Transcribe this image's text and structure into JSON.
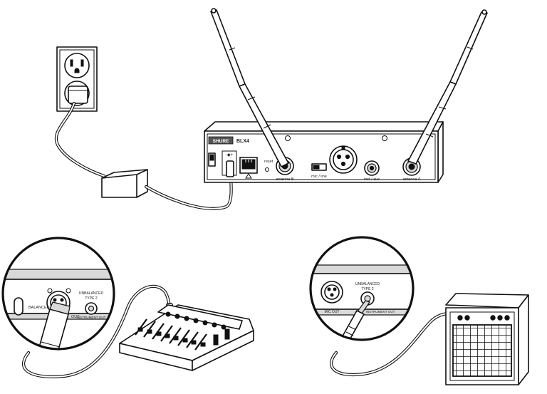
{
  "receiver": {
    "brand_label": "SHURE",
    "model_label": "BLX4",
    "antenna_b_label": "antenna B",
    "antenna_a_label": "antenna A",
    "mic_line_label": "mic / line",
    "inst_aux_label": "inst / aux",
    "reset_label": "reset"
  },
  "zoom_mixer": {
    "balanced_label": "BALANCED",
    "out_label": "OUT",
    "unbalanced_label": "UNBALANCED",
    "type_label": "TYPE 2",
    "instrument_out_label": "INSTRUMENT OUT"
  },
  "zoom_amp": {
    "unbalanced_label": "UNBALANCED",
    "type_label": "TYPE 2",
    "mic_out_label": "MIC OUT",
    "instrument_out_label": "INSTRUMENT OUT"
  }
}
